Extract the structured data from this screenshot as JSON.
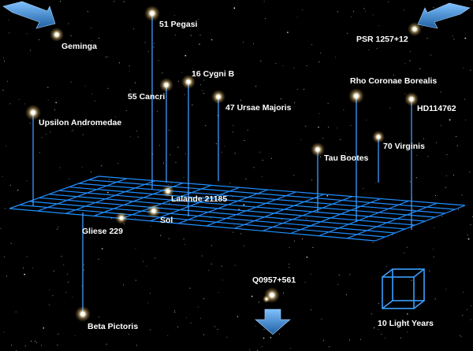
{
  "stars": [
    {
      "id": "51-pegasi",
      "label": "51 Pegasi"
    },
    {
      "id": "geminga",
      "label": "Geminga"
    },
    {
      "id": "psr-1257",
      "label": "PSR 1257+12"
    },
    {
      "id": "16-cygni-b",
      "label": "16 Cygni B"
    },
    {
      "id": "55-cancri",
      "label": "55 Cancri"
    },
    {
      "id": "47-ursae-majoris",
      "label": "47 Ursae Majoris"
    },
    {
      "id": "rho-coronae-borealis",
      "label": "Rho Coronae Borealis"
    },
    {
      "id": "hd114762",
      "label": "HD114762"
    },
    {
      "id": "upsilon-andromedae",
      "label": "Upsilon Andromedae"
    },
    {
      "id": "70-virginis",
      "label": "70 Virginis"
    },
    {
      "id": "tau-bootes",
      "label": "Tau Bootes"
    },
    {
      "id": "lalande-21185",
      "label": "Lalande 21185"
    },
    {
      "id": "sol",
      "label": "Sol"
    },
    {
      "id": "gliese-229",
      "label": "Gliese 229"
    },
    {
      "id": "q0957",
      "label": "Q0957+561"
    },
    {
      "id": "beta-pictoris",
      "label": "Beta Pictoris"
    }
  ],
  "scale": {
    "label": "10  Light Years"
  },
  "colors": {
    "grid": "#1f8fff",
    "stem": "#3f9bff",
    "background": "#000000",
    "star_glow": "#fff6d8",
    "arrow": "#3a86c8"
  }
}
